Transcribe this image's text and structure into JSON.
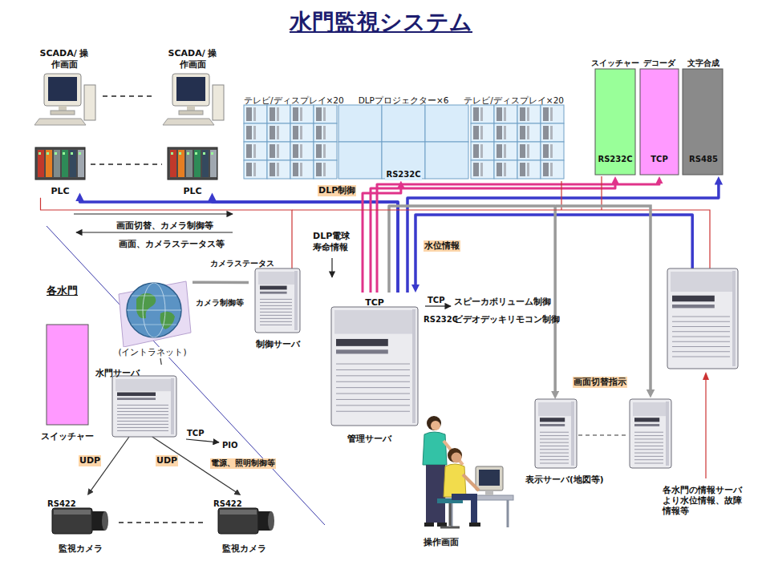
{
  "diagram": {
    "title": "水門監視システム",
    "nodes": [
      {
        "text": [
          "SCADA/ 操作画面"
        ]
      },
      {
        "text": [
          "SCADA/ 操作画面"
        ]
      },
      {
        "text": [
          "PLC"
        ]
      },
      {
        "text": [
          "PLC"
        ]
      },
      {
        "text": [
          "テレビ/ディスプレイ×20",
          "DLPプロジェクター×6",
          "テレビ/ディスプレイ×20",
          "RS232C"
        ]
      },
      {
        "text": [
          "スイッチャー",
          "RS232C"
        ]
      },
      {
        "text": [
          "デコーダ",
          "TCP"
        ]
      },
      {
        "text": [
          "文字合成",
          "RS485"
        ]
      },
      {
        "text": [
          "制御サーバ"
        ]
      },
      {
        "text": [
          "(イントラネット)"
        ]
      },
      {
        "text": [
          "TCP",
          "管理サーバ"
        ]
      },
      {
        "text": [
          "操作画面"
        ]
      },
      {
        "text": [
          "表示サーバ(地図等)"
        ]
      },
      {
        "text": [
          "各水門の情報サーバ より水位情報、故障 情報等"
        ]
      },
      {
        "text": [
          "各水門"
        ]
      },
      {
        "text": [
          "スイッチャー"
        ],
        "in": 14
      },
      {
        "text": [
          "水門サーバ"
        ],
        "in": 14
      },
      {
        "text": [
          "RS422",
          "監視カメラ"
        ],
        "in": 14
      },
      {
        "text": [
          "RS422",
          "監視カメラ"
        ],
        "in": 14
      }
    ],
    "edges": [
      {
        "from": 10,
        "to": 2,
        "arrow": "to"
      },
      {
        "from": 10,
        "to": 3,
        "arrow": "to"
      },
      {
        "from": 10,
        "to": 4,
        "label": "DLP制御",
        "arrow": "to"
      },
      {
        "from": 10,
        "to": 5,
        "arrow": "to"
      },
      {
        "from": 10,
        "to": 6,
        "arrow": "to"
      },
      {
        "from": 10,
        "to": 7,
        "arrow": "to"
      },
      {
        "from": 13,
        "to": 10,
        "label": "水位情報",
        "arrow": "to"
      },
      {
        "from": 10,
        "to": 12,
        "label": "画面切替指示",
        "arrow": "to"
      },
      {
        "from": 9,
        "to": 8,
        "arrow": "none"
      },
      {
        "from": 9,
        "to": 16,
        "arrow": "none"
      },
      {
        "from": 16,
        "to": 17,
        "label": "UDP",
        "arrow": "to"
      },
      {
        "from": 16,
        "to": 18,
        "label": "UDP",
        "arrow": "to"
      },
      {
        "from": 2,
        "to": 8,
        "arrow": "none"
      }
    ],
    "labels": [
      "画面切替、カメラ制御等",
      "画面、カメラステータス等",
      "DLP電球 寿命情報",
      "TCP",
      "RS232C",
      "スピーカボリューム制御",
      "ビデオデッキリモコン制御",
      "カメラステータス",
      "カメラ制御等",
      "TCP",
      "PIO",
      "電源、照明制御等"
    ]
  }
}
